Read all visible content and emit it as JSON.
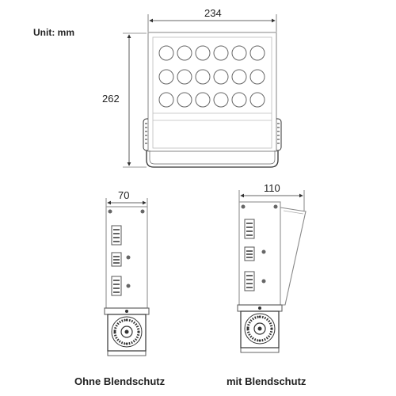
{
  "unit_label": "Unit: mm",
  "dimensions": {
    "front_width": "234",
    "front_height": "262",
    "side_width_plain": "70",
    "side_width_shield": "110"
  },
  "captions": {
    "without_shield": "Ohne Blendschutz",
    "with_shield": "mit Blendschutz"
  },
  "led_grid": {
    "rows": 3,
    "columns": 6
  },
  "colors": {
    "line": "#333333",
    "frame": "#999999"
  }
}
